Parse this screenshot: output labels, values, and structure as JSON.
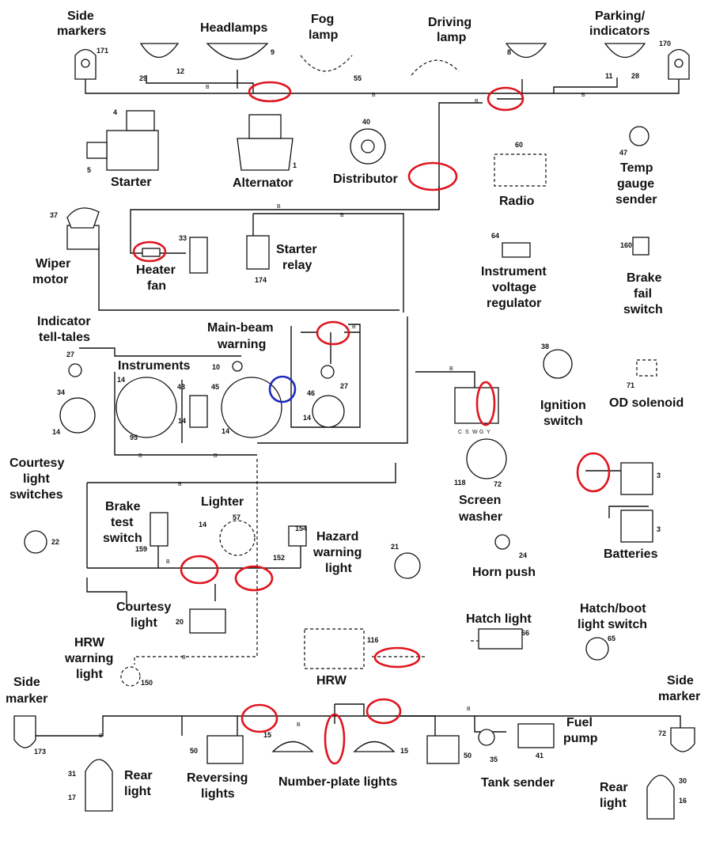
{
  "labels": {
    "side_markers_top": [
      "Side",
      "markers"
    ],
    "headlamps": "Headlamps",
    "fog_lamp": [
      "Fog",
      "lamp"
    ],
    "driving_lamp": [
      "Driving",
      "lamp"
    ],
    "parking_indicators": [
      "Parking/",
      "indicators"
    ],
    "starter": "Starter",
    "alternator": "Alternator",
    "distributor": "Distributor",
    "radio": "Radio",
    "temp_gauge_sender": [
      "Temp",
      "gauge",
      "sender"
    ],
    "wiper_motor": [
      "Wiper",
      "motor"
    ],
    "heater_fan": [
      "Heater",
      "fan"
    ],
    "starter_relay": [
      "Starter",
      "relay"
    ],
    "instrument_voltage_regulator": [
      "Instrument",
      "voltage",
      "regulator"
    ],
    "brake_fail_switch": [
      "Brake",
      "fail",
      "switch"
    ],
    "indicator_tell_tales": [
      "Indicator",
      "tell-tales"
    ],
    "main_beam_warning": [
      "Main-beam",
      "warning"
    ],
    "instruments": "Instruments",
    "ignition_switch": [
      "Ignition",
      "switch"
    ],
    "od_solenoid": "OD solenoid",
    "courtesy_light_switches": [
      "Courtesy",
      "light",
      "switches"
    ],
    "brake_test_switch": [
      "Brake",
      "test",
      "switch"
    ],
    "lighter": "Lighter",
    "hazard_warning_light": [
      "Hazard",
      "warning",
      "light"
    ],
    "screen_washer": [
      "Screen",
      "washer"
    ],
    "horn_push": "Horn push",
    "batteries": "Batteries",
    "courtesy_light": [
      "Courtesy",
      "light"
    ],
    "hatch_light": "Hatch light",
    "hatch_boot_light_switch": [
      "Hatch/boot",
      "light switch"
    ],
    "hrw_warning_light": [
      "HRW",
      "warning",
      "light"
    ],
    "hrw": "HRW",
    "side_marker_left": [
      "Side",
      "marker"
    ],
    "side_marker_right": [
      "Side",
      "marker"
    ],
    "fuel_pump": [
      "Fuel",
      "pump"
    ],
    "rear_light_left": [
      "Rear",
      "light"
    ],
    "reversing_lights": [
      "Reversing",
      "lights"
    ],
    "number_plate_lights": "Number-plate lights",
    "tank_sender": "Tank sender",
    "rear_light_right": [
      "Rear",
      "light"
    ]
  },
  "component_numbers": {
    "n171": "171",
    "n29": "29",
    "n12": "12",
    "n9": "9",
    "n55": "55",
    "n8": "8",
    "n11": "11",
    "n28": "28",
    "n170": "170",
    "n4": "4",
    "n5": "5",
    "n1": "1",
    "n40": "40",
    "n60": "60",
    "n47": "47",
    "n37": "37",
    "n33": "33",
    "n174": "174",
    "n64": "64",
    "n160": "160",
    "n27a": "27",
    "n10": "10",
    "n34": "34",
    "n14a": "14",
    "n43": "43",
    "n45": "45",
    "n95": "95",
    "n14b": "14",
    "n14c": "14",
    "n14d": "14",
    "n14e": "14",
    "n46": "46",
    "n27b": "27",
    "n38": "38",
    "n71": "71",
    "n118": "118",
    "n72a": "72",
    "n3a": "3",
    "n3b": "3",
    "n22": "22",
    "n159": "159",
    "n14f": "14",
    "n57": "57",
    "n154": "154",
    "n152": "152",
    "n21": "21",
    "n24": "24",
    "n20": "20",
    "n66": "66",
    "n65": "65",
    "n116": "116",
    "n150": "150",
    "n173": "173",
    "n15a": "15",
    "n15b": "15",
    "n50a": "50",
    "n50b": "50",
    "n35": "35",
    "n41": "41",
    "n72b": "72",
    "n31": "31",
    "n17": "17",
    "n30": "30",
    "n16": "16"
  },
  "wire_codes": {
    "b": "B"
  },
  "connector_letters": [
    "C",
    "S",
    "W",
    "G",
    "Y"
  ],
  "marker_colors": {
    "highlight_red": "#e0141e",
    "highlight_blue": "#1c2bbd"
  }
}
